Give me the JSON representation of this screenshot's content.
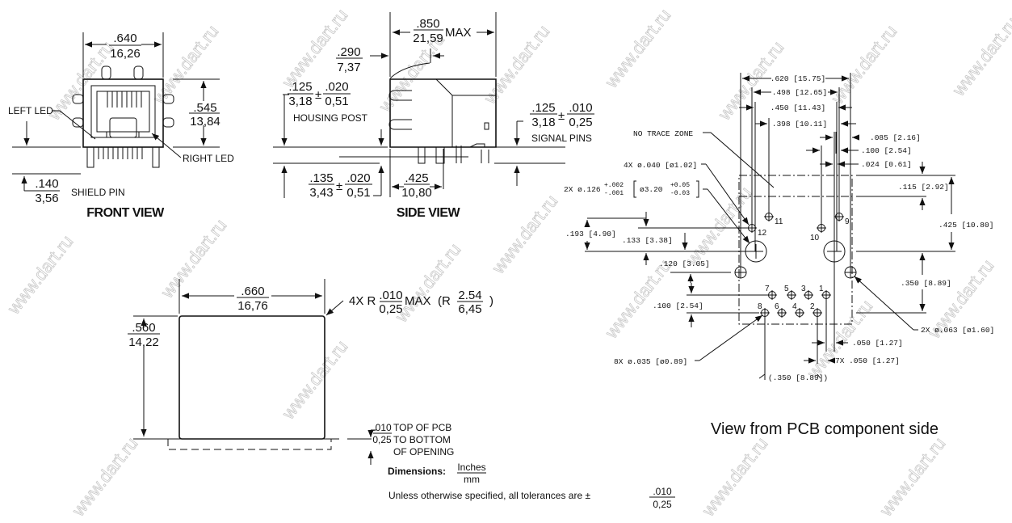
{
  "watermark": "www.dart.ru",
  "front_view": {
    "title": "FRONT VIEW",
    "width": {
      "in": ".640",
      "mm": "16,26"
    },
    "height": {
      "in": ".545",
      "mm": "13,84"
    },
    "shield": {
      "in": ".140",
      "mm": "3,56",
      "label": "SHIELD PIN"
    },
    "left_led": "LEFT LED",
    "right_led": "RIGHT LED"
  },
  "side_view": {
    "title": "SIDE VIEW",
    "length": {
      "in": ".850",
      "mm": "21,59",
      "suffix": "MAX"
    },
    "latch": {
      "in": ".290",
      "mm": "7,37"
    },
    "housing_post": {
      "in": ".125",
      "mm": "3,18",
      "pm": "±",
      "tol_in": ".020",
      "tol_mm": "0,51",
      "label": "HOUSING POST"
    },
    "post_len": {
      "in": ".135",
      "mm": "3,43",
      "pm": "±",
      "tol_in": ".020",
      "tol_mm": "0,51"
    },
    "post_pos": {
      "in": ".425",
      "mm": "10,80"
    },
    "signal_pins": {
      "in": ".125",
      "mm": "3,18",
      "pm": "±",
      "tol_in": ".010",
      "tol_mm": "0,25",
      "label": "SIGNAL PINS"
    }
  },
  "panel_cutout": {
    "width": {
      "in": ".660",
      "mm": "16,76"
    },
    "height": {
      "in": ".560",
      "mm": "14,22"
    },
    "radius": {
      "prefix": "4X  R",
      "in": ".010",
      "mm": "0,25",
      "suffix": "MAX",
      "alt_prefix": "(R",
      "alt_top": "2.54",
      "alt_bottom": "6,45",
      "alt_suffix": ")"
    },
    "pcb_offset": {
      "in": ".010",
      "mm": "0,25",
      "lines": [
        "TOP OF PCB",
        "TO BOTTOM",
        "OF OPENING"
      ]
    }
  },
  "notes": {
    "dimensions_label": "Dimensions:",
    "unit_top": "Inches",
    "unit_bottom": "mm",
    "tolerance_text": "Unless otherwise specified, all tolerances are ±",
    "tol_in": ".010",
    "tol_mm": "0,25"
  },
  "pcb_view": {
    "caption": "View from PCB component side",
    "dims": {
      "d620": ".620 [15.75]",
      "d498": ".498 [12.65]",
      "d450": ".450 [11.43]",
      "d398": ".398 [10.11]",
      "d085": ".085 [2.16]",
      "d100a": ".100 [2.54]",
      "d024": ".024 [0.61]",
      "d115": ".115 [2.92]",
      "d425": ".425 [10.80]",
      "d350": ".350 [8.89]",
      "d193": ".193 [4.90]",
      "d133": ".133 [3.38]",
      "d120": ".120 [3.05]",
      "d100b": ".100 [2.54]",
      "d050": ".050 [1.27]",
      "d7x050": "7X .050 [1.27]",
      "d350b": "(.350 [8.89])"
    },
    "callouts": {
      "no_trace": "NO TRACE ZONE",
      "hole040": "4X ø.040 [ø1.02]",
      "hole126_a": "2X ø.126",
      "hole126_tol_top": "+.002",
      "hole126_tol_bot": "-.001",
      "hole126_mm": "ø3.20",
      "hole126_mm_tol_top": "+0.05",
      "hole126_mm_tol_bot": "-0.03",
      "hole063": "2X ø.063 [ø1.60]",
      "hole035": "8X ø.035 [ø0.89]"
    },
    "pins": [
      "1",
      "2",
      "3",
      "4",
      "5",
      "6",
      "7",
      "8",
      "9",
      "10",
      "11",
      "12"
    ]
  }
}
